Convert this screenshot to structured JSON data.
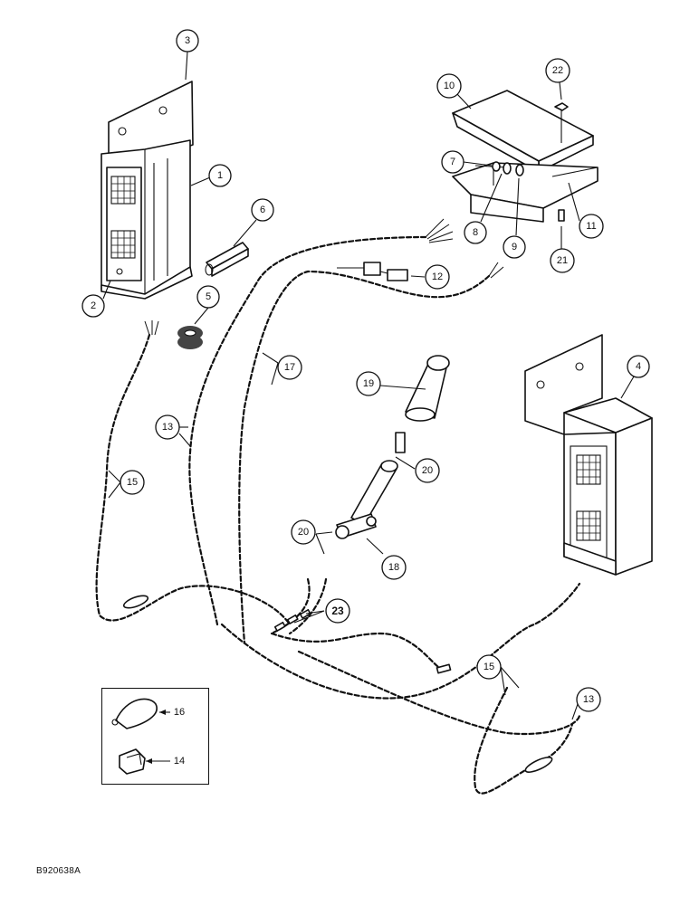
{
  "figure": {
    "reference_code": "B920638A"
  },
  "callouts": [
    {
      "id": "c3",
      "label": "3"
    },
    {
      "id": "c1",
      "label": "1"
    },
    {
      "id": "c6",
      "label": "6"
    },
    {
      "id": "c2",
      "label": "2"
    },
    {
      "id": "c5",
      "label": "5"
    },
    {
      "id": "c10",
      "label": "10"
    },
    {
      "id": "c22",
      "label": "22"
    },
    {
      "id": "c7",
      "label": "7"
    },
    {
      "id": "c8",
      "label": "8"
    },
    {
      "id": "c9",
      "label": "9"
    },
    {
      "id": "c11",
      "label": "11"
    },
    {
      "id": "c21",
      "label": "21"
    },
    {
      "id": "c12",
      "label": "12"
    },
    {
      "id": "c17",
      "label": "17"
    },
    {
      "id": "c19",
      "label": "19"
    },
    {
      "id": "c4",
      "label": "4"
    },
    {
      "id": "c13a",
      "label": "13"
    },
    {
      "id": "c15a",
      "label": "15"
    },
    {
      "id": "c20a",
      "label": "20"
    },
    {
      "id": "c20b",
      "label": "20"
    },
    {
      "id": "c18",
      "label": "18"
    },
    {
      "id": "c23",
      "label": "23"
    },
    {
      "id": "c15b",
      "label": "15"
    },
    {
      "id": "c13b",
      "label": "13"
    }
  ],
  "inset_labels": [
    {
      "id": "l16",
      "label": "16"
    },
    {
      "id": "l14",
      "label": "14"
    }
  ]
}
